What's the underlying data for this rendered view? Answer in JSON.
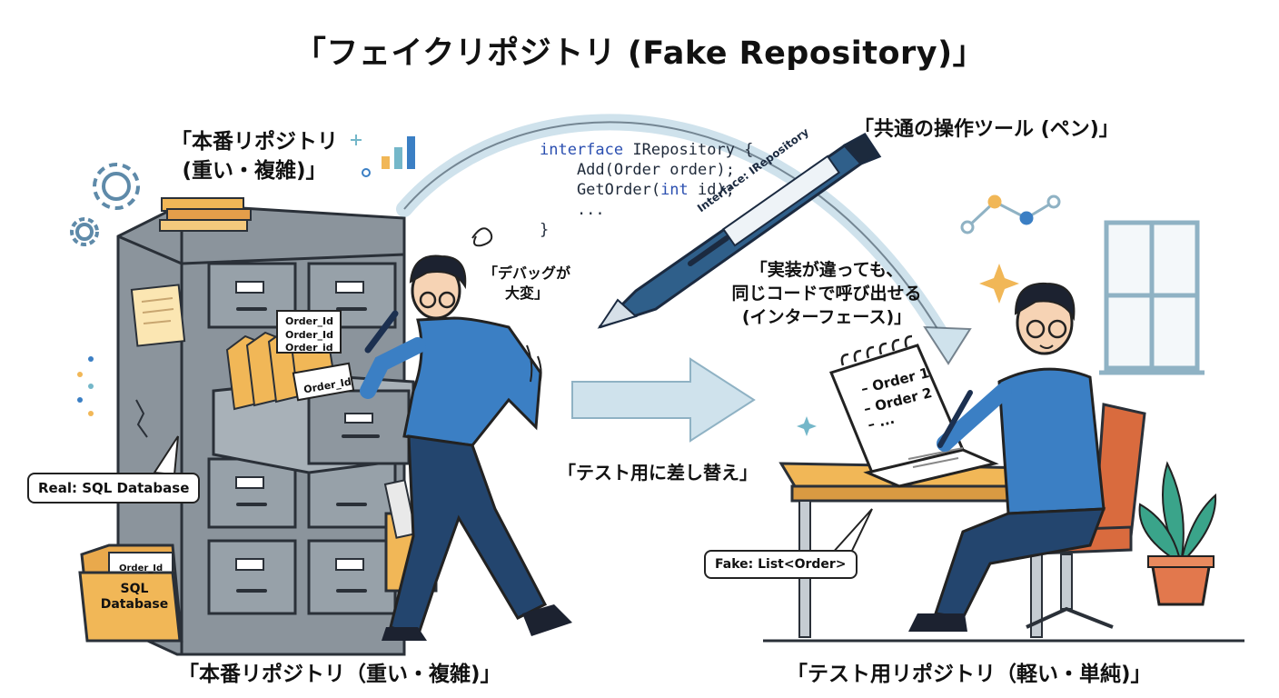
{
  "title": "「フェイクリポジトリ (Fake Repository)」",
  "labels": {
    "production_top_line1": "「本番リポジトリ",
    "production_top_line2": "(重い・複雑)」",
    "common_tool": "「共通の操作ツール (ペン)」",
    "debug_line1": "「デバッグが",
    "debug_line2": "大変」",
    "impl_line1": "「実装が違っても、",
    "impl_line2": "同じコードで呼び出せる",
    "impl_line3": "(インターフェース)」",
    "swap": "「テスト用に差し替え」",
    "production_bottom": "「本番リポジトリ（重い・複雑)」",
    "test_bottom": "「テスト用リポジトリ（軽い・単純)」"
  },
  "code": {
    "line1_kw": "interface",
    "line1_rest": " IRepository {",
    "line2": "    Add(Order order);",
    "line3_a": "    GetOrder(",
    "line3_kw": "int",
    "line3_b": " id);",
    "line4": "    ...",
    "line5": "}"
  },
  "bubbles": {
    "real": "Real: SQL Database",
    "fake": "Fake: List<Order>"
  },
  "folder": {
    "id_tag": "Order_Id",
    "db_line1": "SQL",
    "db_line2": "Database"
  },
  "cards": {
    "card1": "Order_Id",
    "card2": "Order_Id",
    "card3": "Order_id",
    "card4": "Order_Id"
  },
  "pen_label": "Interface: IRepository",
  "notebook": {
    "line1": "– Order 1",
    "line2": "– Order 2",
    "line3": "– ..."
  },
  "colors": {
    "accent_blue": "#3b7fc4",
    "arrow_light": "#d6e6ee",
    "arrow_stroke": "#a9c7d6",
    "cabinet": "#7d8791",
    "folder": "#f1b757",
    "plant": "#3aa48a",
    "pot": "#e2784d",
    "chair": "#d96b3e"
  },
  "icons": [
    "gear-icon",
    "bar-chart-icon",
    "sparkle-icon",
    "line-chart-icon",
    "plant-icon",
    "window-icon"
  ]
}
